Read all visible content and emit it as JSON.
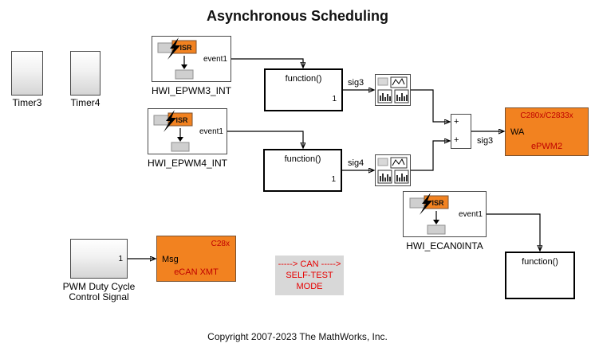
{
  "title": "Asynchronous Scheduling",
  "copyright": "Copyright 2007-2023 The MathWorks, Inc.",
  "blocks": {
    "timer3": {
      "label": "Timer3"
    },
    "timer4": {
      "label": "Timer4"
    },
    "hwi_epwm3": {
      "label": "HWI_EPWM3_INT",
      "icon": "ISR",
      "out_port": "event1"
    },
    "hwi_epwm4": {
      "label": "HWI_EPWM4_INT",
      "icon": "ISR",
      "out_port": "event1"
    },
    "func_sig3": {
      "label": "function()",
      "out_port": "1"
    },
    "func_sig4": {
      "label": "function()",
      "out_port": "1"
    },
    "sum": {
      "sign_top": "+",
      "sign_bottom": "+"
    },
    "epwm2": {
      "chip": "C280x/C2833x",
      "in_port": "WA",
      "label": "ePWM2"
    },
    "hwi_ecan0": {
      "label": "HWI_ECAN0INTA",
      "icon": "ISR",
      "out_port": "event1"
    },
    "func_can": {
      "label": "function()"
    },
    "pwm_duty": {
      "label_line1": "PWM Duty Cycle",
      "label_line2": "Control Signal",
      "out_port": "1"
    },
    "ecan_xmt": {
      "chip": "C28x",
      "in_port": "Msg",
      "label": "eCAN XMT"
    }
  },
  "signal_labels": {
    "sig3": "sig3",
    "sig4": "sig4",
    "sig3_mux_out": "sig3"
  },
  "annotation": {
    "line1": "-----> CAN ----->",
    "line2": "SELF-TEST",
    "line3": "MODE"
  },
  "colors": {
    "block_orange": "#F28220",
    "orange_text_red": "#C00000",
    "annotation_bg": "#D8D8D8",
    "annotation_text": "#E60000",
    "wire_black": "#000000"
  }
}
